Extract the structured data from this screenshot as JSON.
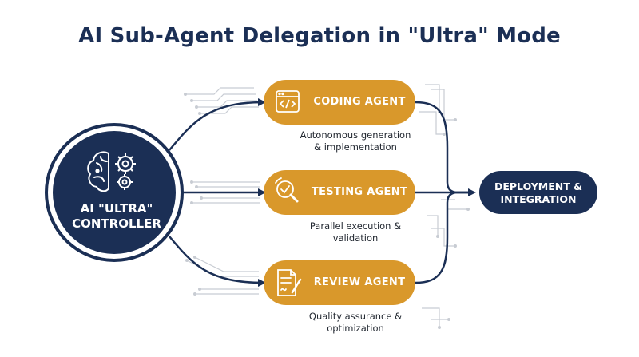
{
  "title": "AI Sub-Agent Delegation in \"Ultra\" Mode",
  "controller": {
    "label": "AI \"ULTRA\"\nCONTROLLER",
    "icons": [
      "brain-icon",
      "gears-icon"
    ]
  },
  "agents": [
    {
      "label": "CODING AGENT",
      "description": "Autonomous generation\n& implementation",
      "icon": "code-window-icon"
    },
    {
      "label": "TESTING AGENT",
      "description": "Parallel execution &\nvalidation",
      "icon": "magnifier-check-icon"
    },
    {
      "label": "REVIEW AGENT",
      "description": "Quality assurance &\noptimization",
      "icon": "document-pen-icon"
    }
  ],
  "target": {
    "label": "DEPLOYMENT &\nINTEGRATION"
  },
  "colors": {
    "navy": "#1b2f55",
    "gold": "#d9982b",
    "gold_dark": "#a96e16",
    "circuit": "#c8ccd3"
  }
}
